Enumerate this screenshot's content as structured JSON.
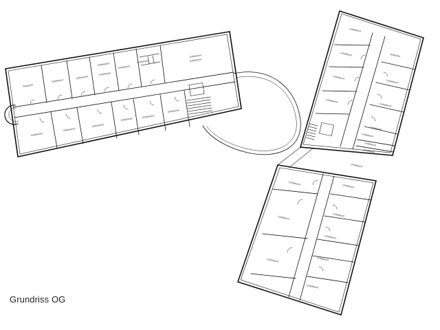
{
  "title": "Grundriss OG",
  "rooms": {
    "w1": "Teeküche",
    "w2": "Unbekannt",
    "w3": "Unbekannt",
    "w4": "Unbekannt",
    "w5": "Unbekannt",
    "w6": "Unbekannt",
    "w7": "Unbekannt",
    "w8": "Unbekannt",
    "w9": "Unbekannt",
    "w10": "Unbekannt",
    "w11": "Unbekannt",
    "w12": "Unbekannt",
    "w13": "Unbekannt",
    "w14": "Unbekannt",
    "w15": "Unbekannt",
    "e1": "Unbekannt",
    "e2": "Unbekannt",
    "e3": "Unbekannt",
    "e4": "Unbekannt",
    "e5": "Teeküche",
    "e6": "Unbekannt",
    "e7": "Unbekannt",
    "e8": "Unbekannt",
    "e9": "Unbekannt",
    "e10": "Unbekannt",
    "e11": "Unbekannt",
    "e12": "Unbekannt",
    "e13": "Unbekannt",
    "e14": "Unbekannt",
    "e15": "Unbekannt",
    "e16": "Unbekannt",
    "e17": "Unbekannt",
    "e18": "Unbekannt",
    "e19": "Unbekannt",
    "e20": "Unbekannt"
  }
}
